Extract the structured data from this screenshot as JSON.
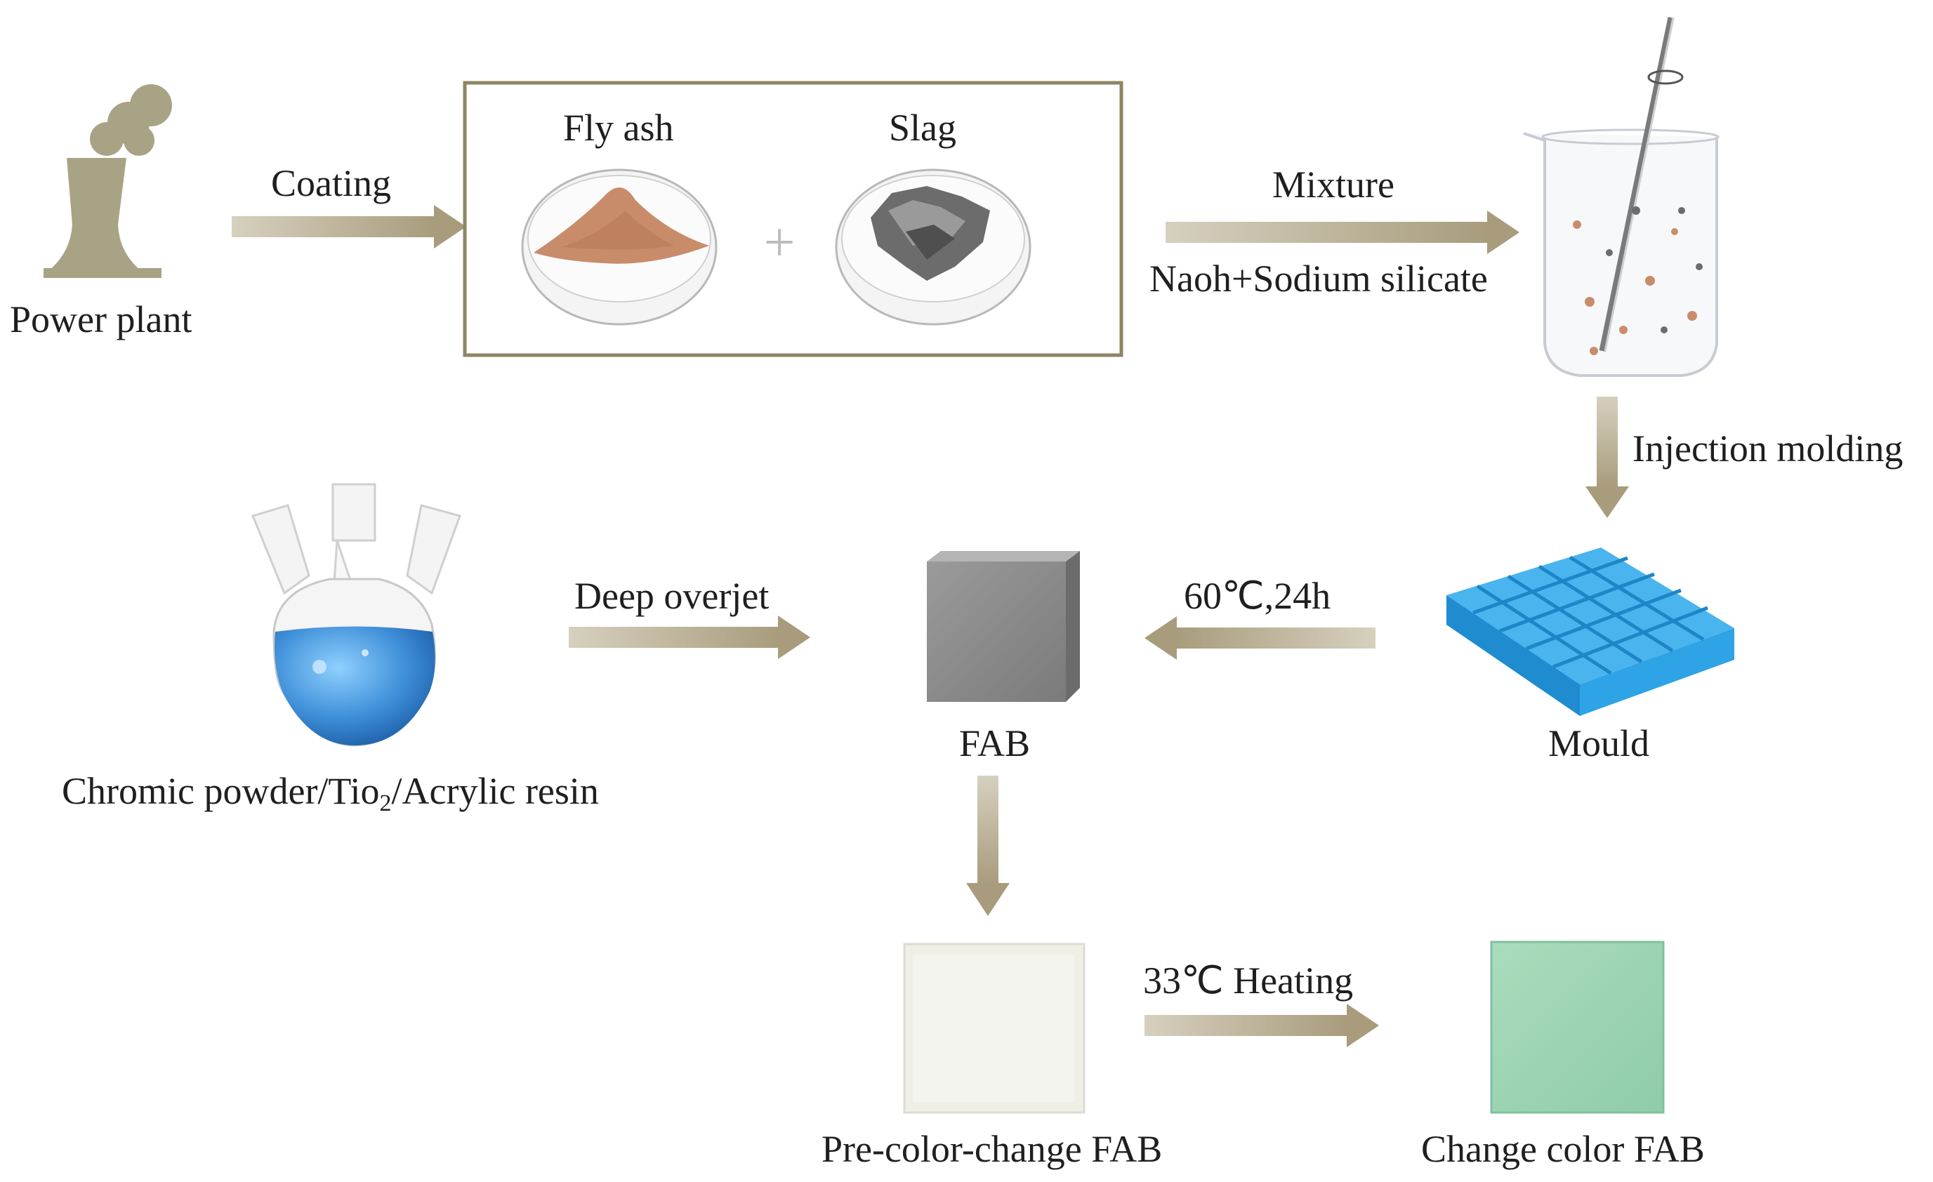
{
  "colors": {
    "arrow": "#b5ac94",
    "chimney": "#a8a384",
    "box_border": "#8d8564",
    "fly_ash": "#c98c6a",
    "slag": "#6c6c6c",
    "solution": "#3e8fd8",
    "mould": "#2ea3e6",
    "fab": "#8f8f8f",
    "pre_color": "#efefe6",
    "changed_color": "#9fd6b2"
  },
  "labels": {
    "power_plant": "Power plant",
    "coating": "Coating",
    "fly_ash": "Fly ash",
    "slag": "Slag",
    "plus": "+",
    "mixture": "Mixture",
    "naoh": "Naoh+Sodium silicate",
    "injection": "Injection molding",
    "temp_time": "60℃,24h",
    "mould": "Mould",
    "fab": "FAB",
    "deep_overjet": "Deep overjet",
    "chromic_a": "Chromic powder/Tio",
    "chromic_sub": "2",
    "chromic_b": "/Acrylic resin",
    "heating": "33℃ Heating",
    "pre_change": "Pre-color-change FAB",
    "changed": "Change color FAB"
  },
  "icons": [
    "power-plant-icon",
    "petri-dish-icon",
    "beaker-icon",
    "flask-icon",
    "mould-tray-icon",
    "cube-icon"
  ]
}
